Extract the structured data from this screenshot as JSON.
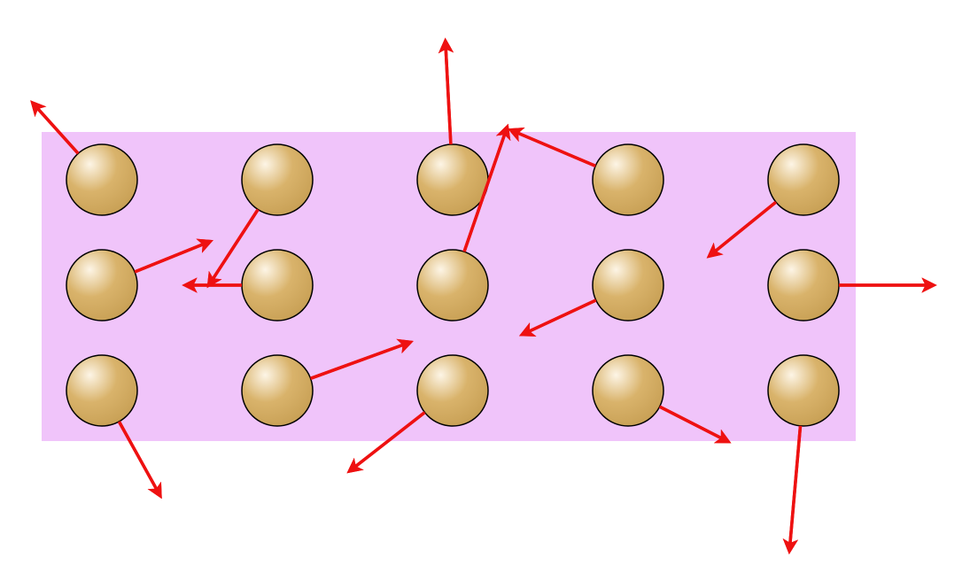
{
  "diagram": {
    "colors": {
      "background": "#ffffff",
      "slab": "#f0c4fa",
      "particle_highlight": "#fdf5e6",
      "particle_mid": "#d9b36b",
      "particle_base": "#c8a055",
      "particle_outline": "#000000",
      "arrow": "#ee1111"
    },
    "grid": {
      "rows": 3,
      "cols": 5
    },
    "particles": [
      {
        "row": 0,
        "col": 0,
        "arrow_dir_deg": -132,
        "arrow_len": 1.12
      },
      {
        "row": 0,
        "col": 1,
        "arrow_dir_deg": 123,
        "arrow_len": 1.37
      },
      {
        "row": 0,
        "col": 2,
        "arrow_dir_deg": -93,
        "arrow_len": 1.52
      },
      {
        "row": 0,
        "col": 3,
        "arrow_dir_deg": -157,
        "arrow_len": 1.39
      },
      {
        "row": 0,
        "col": 4,
        "arrow_dir_deg": 141,
        "arrow_len": 1.32
      },
      {
        "row": 1,
        "col": 0,
        "arrow_dir_deg": -22,
        "arrow_len": 1.27
      },
      {
        "row": 1,
        "col": 1,
        "arrow_dir_deg": 180,
        "arrow_len": 0.99
      },
      {
        "row": 1,
        "col": 2,
        "arrow_dir_deg": -71,
        "arrow_len": 1.84
      },
      {
        "row": 1,
        "col": 3,
        "arrow_dir_deg": 155,
        "arrow_len": 1.27
      },
      {
        "row": 1,
        "col": 4,
        "arrow_dir_deg": 0,
        "arrow_len": 1.42
      },
      {
        "row": 2,
        "col": 0,
        "arrow_dir_deg": 61,
        "arrow_len": 1.31
      },
      {
        "row": 2,
        "col": 1,
        "arrow_dir_deg": -20,
        "arrow_len": 1.55
      },
      {
        "row": 2,
        "col": 2,
        "arrow_dir_deg": 142,
        "arrow_len": 1.43
      },
      {
        "row": 2,
        "col": 3,
        "arrow_dir_deg": 27,
        "arrow_len": 1.22
      },
      {
        "row": 2,
        "col": 4,
        "arrow_dir_deg": 95,
        "arrow_len": 1.77
      }
    ]
  }
}
